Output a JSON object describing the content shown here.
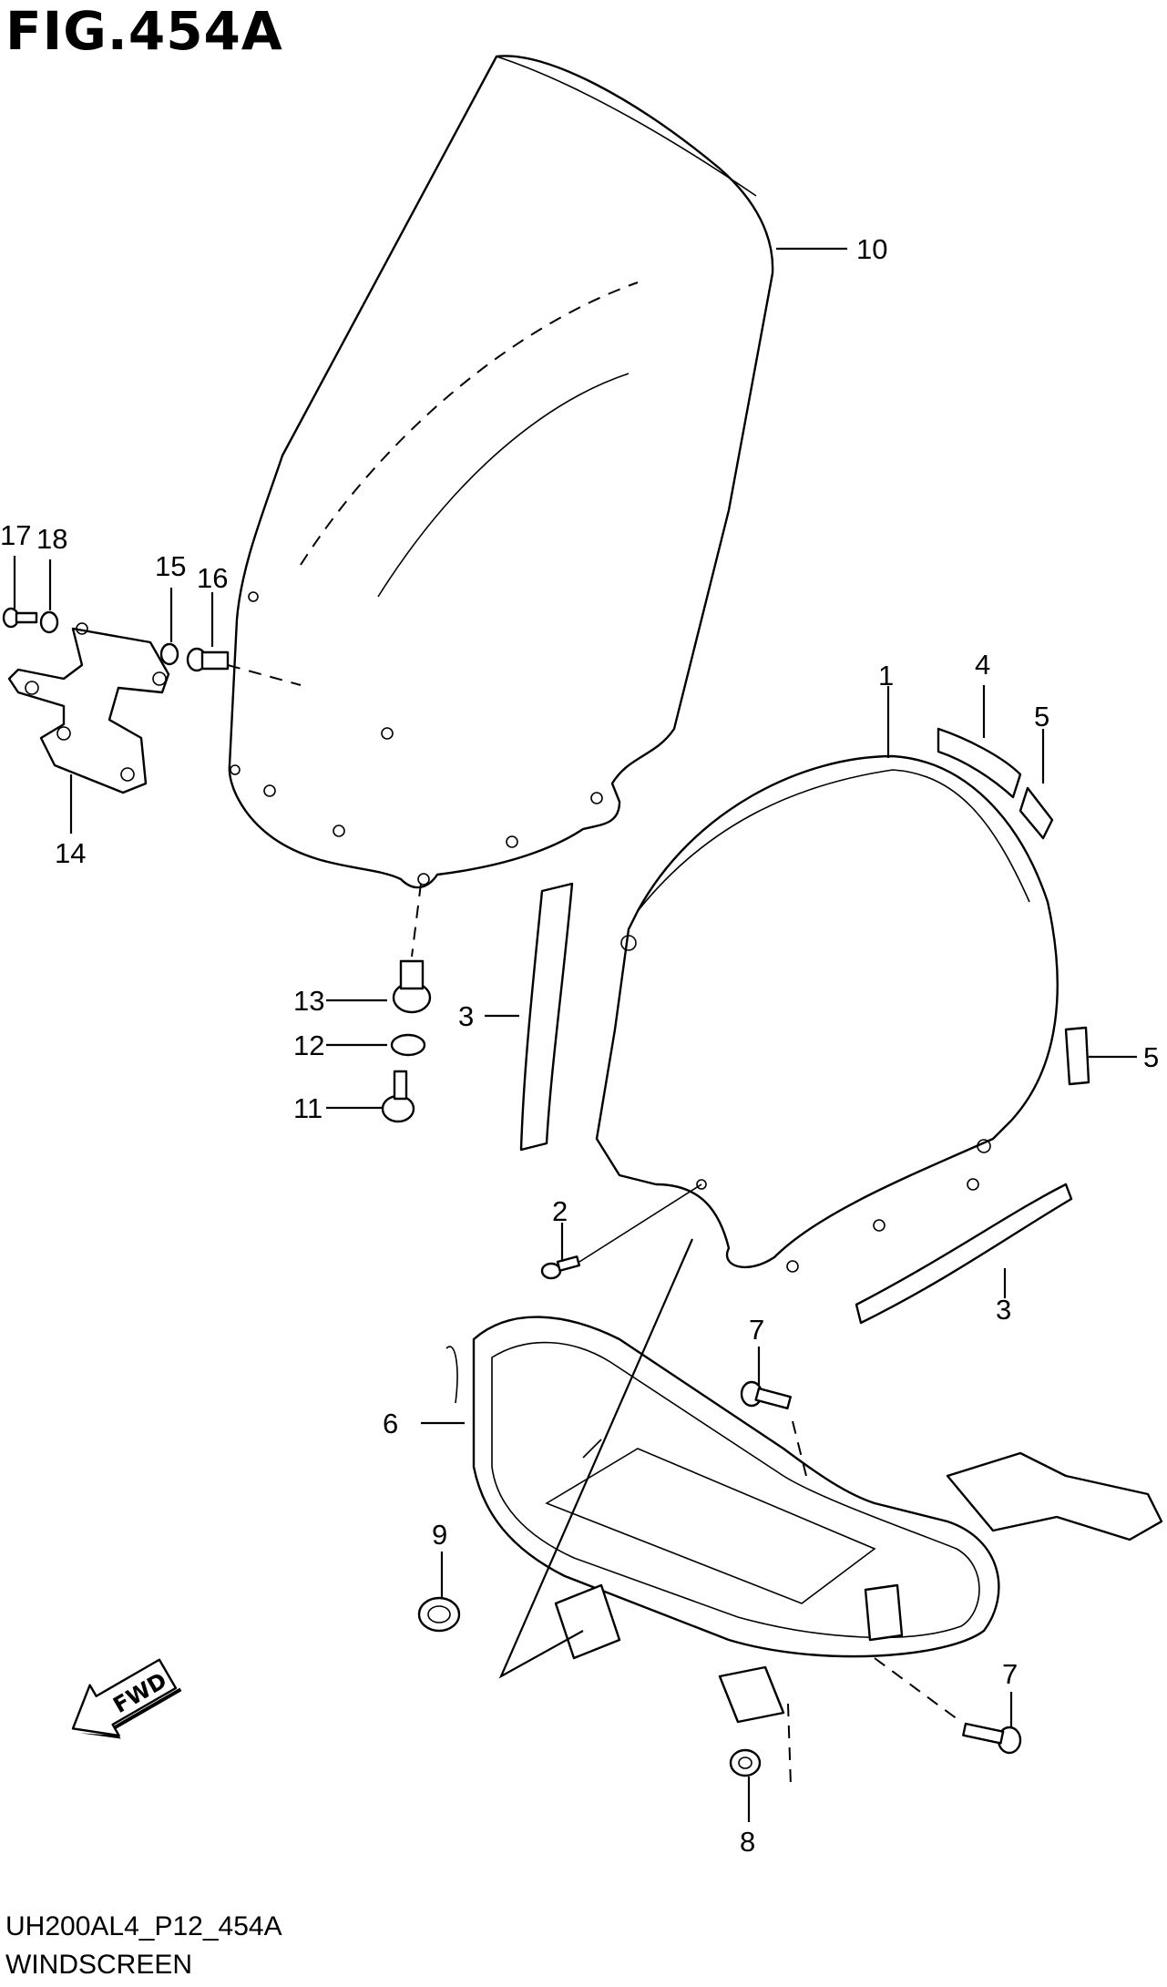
{
  "figure": {
    "title": "FIG.454A",
    "code": "UH200AL4_P12_454A",
    "name": "WINDSCREEN"
  },
  "fwd_label": "FWD",
  "callouts": [
    "1",
    "2",
    "3",
    "3",
    "4",
    "5",
    "5",
    "6",
    "7",
    "7",
    "8",
    "9",
    "10",
    "11",
    "12",
    "13",
    "14",
    "15",
    "16",
    "17",
    "18"
  ]
}
